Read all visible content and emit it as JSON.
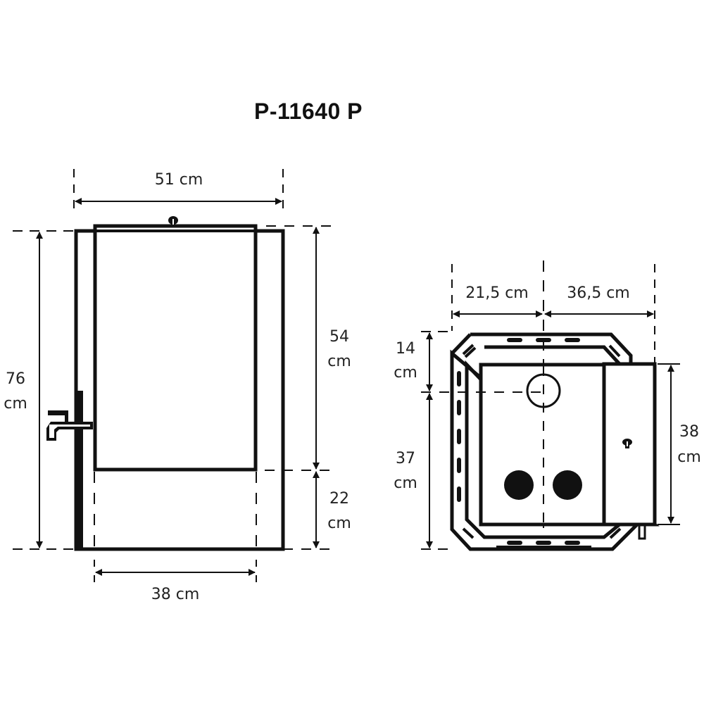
{
  "title": "P-11640 P",
  "colors": {
    "line": "#111111",
    "background": "#ffffff"
  },
  "side_view": {
    "width_top": {
      "value": "51 cm"
    },
    "height_total": {
      "value": "76",
      "unit": "cm"
    },
    "height_upper": {
      "value": "54",
      "unit": "cm"
    },
    "height_lower": {
      "value": "22",
      "unit": "cm"
    },
    "width_bottom": {
      "value": "38 cm"
    },
    "parts": [
      "door-handle",
      "water-tap",
      "stove-body",
      "door-panel"
    ]
  },
  "top_view": {
    "width_left": {
      "value": "21,5 cm"
    },
    "width_right": {
      "value": "36,5 cm"
    },
    "depth_upper": {
      "value": "14",
      "unit": "cm"
    },
    "depth_lower": {
      "value": "37",
      "unit": "cm"
    },
    "door_height": {
      "value": "38",
      "unit": "cm"
    },
    "parts": [
      "chimney-outlet",
      "hotplate-left",
      "hotplate-right",
      "side-door-handle",
      "vented-casing"
    ]
  }
}
